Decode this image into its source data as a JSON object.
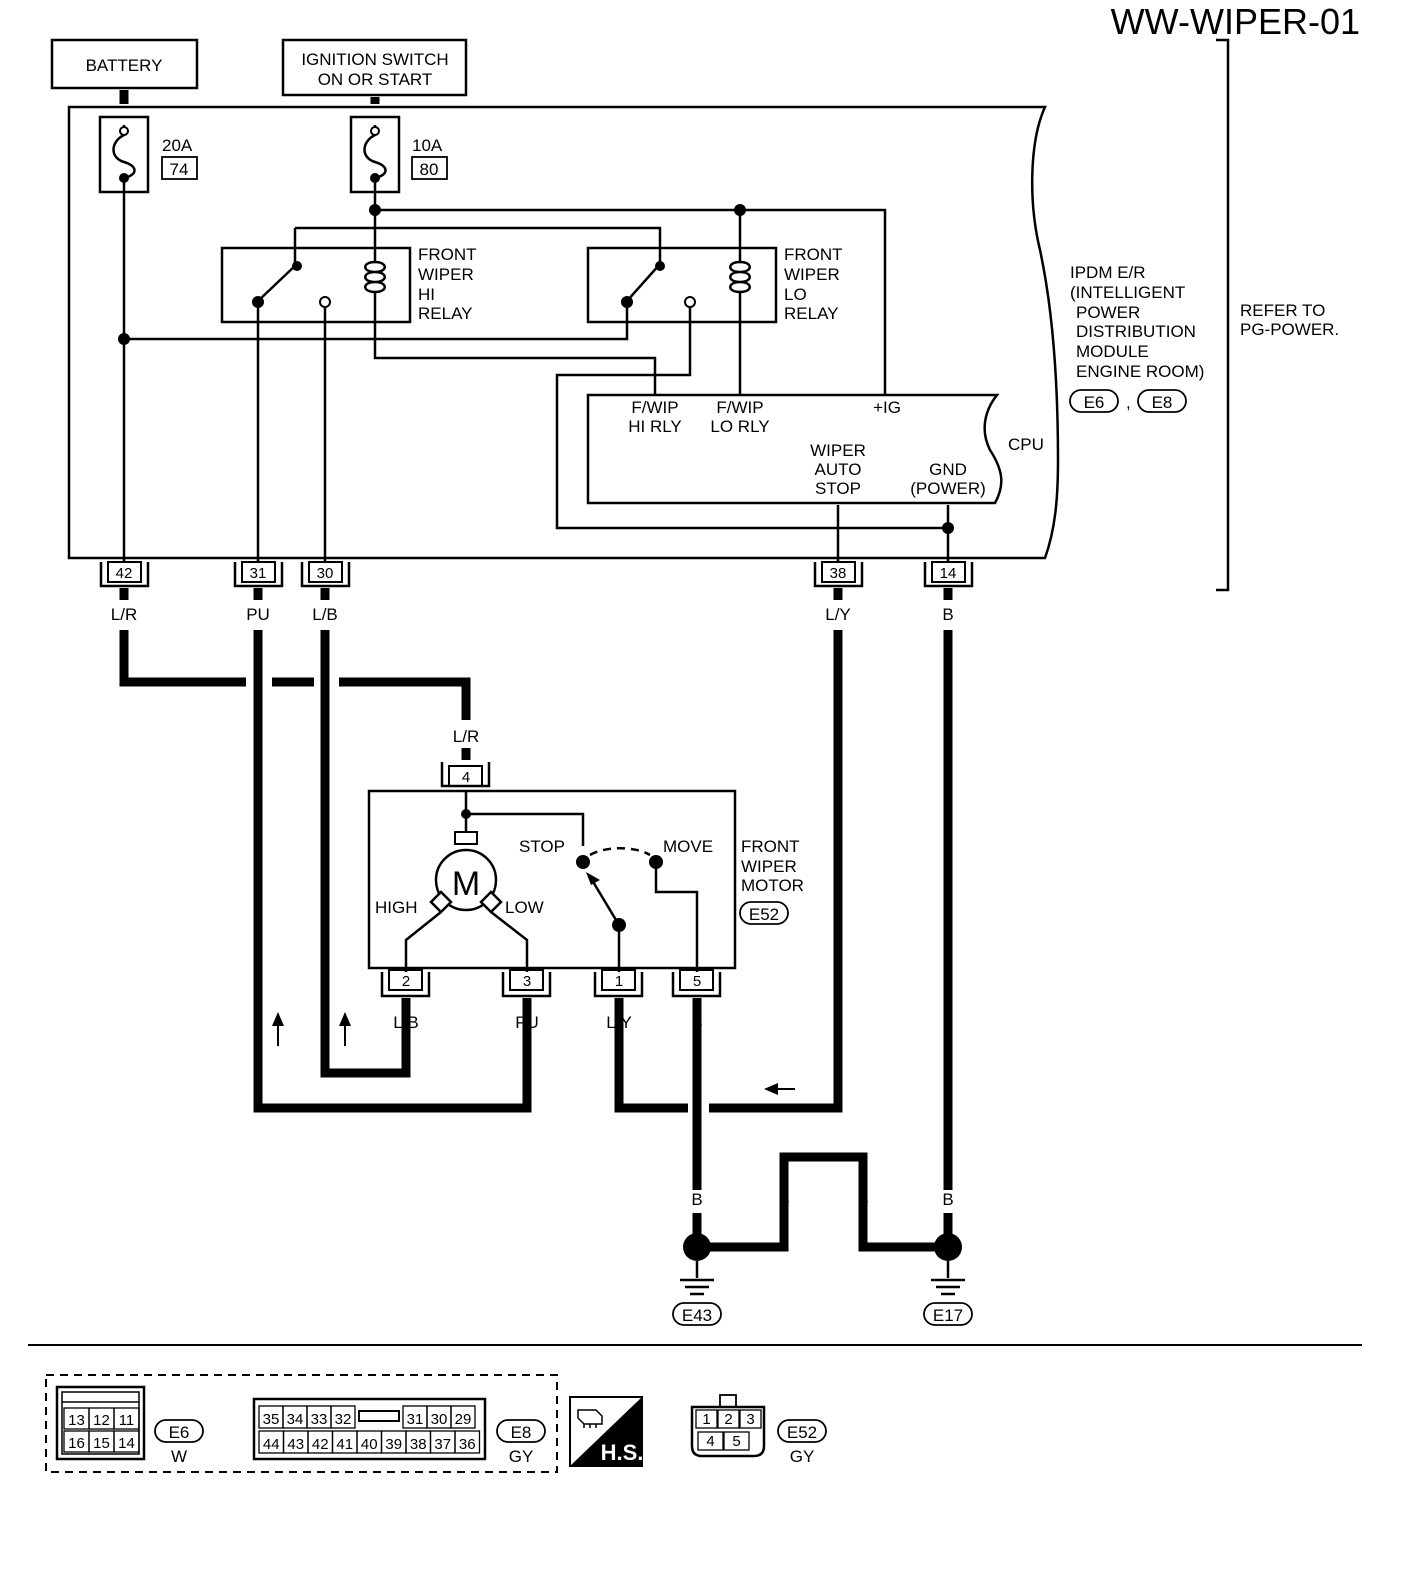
{
  "title": "WW-WIPER-01",
  "sources": {
    "battery": "BATTERY",
    "ignition_line1": "IGNITION SWITCH",
    "ignition_line2": "ON OR START"
  },
  "fuses": [
    {
      "amps": "20A",
      "number": "74"
    },
    {
      "amps": "10A",
      "number": "80"
    }
  ],
  "relays": {
    "hi": [
      "FRONT",
      "WIPER",
      "HI",
      "RELAY"
    ],
    "lo": [
      "FRONT",
      "WIPER",
      "LO",
      "RELAY"
    ]
  },
  "cpu": {
    "label": "CPU",
    "hi_rly": [
      "F/WIP",
      "HI RLY"
    ],
    "lo_rly": [
      "F/WIP",
      "LO RLY"
    ],
    "ig": "+IG",
    "auto_stop": [
      "WIPER",
      "AUTO",
      "STOP"
    ],
    "gnd": [
      "GND",
      "(POWER)"
    ]
  },
  "ipdm": {
    "lines": [
      "IPDM E/R",
      "(INTELLIGENT",
      "POWER",
      "DISTRIBUTION",
      "MODULE",
      "ENGINE ROOM)"
    ],
    "conn_a": "E6",
    "sep": ",",
    "conn_b": "E8"
  },
  "refer": [
    "REFER TO",
    "PG-POWER."
  ],
  "ipdm_terminals": [
    {
      "pin": "42",
      "wire": "L/R"
    },
    {
      "pin": "31",
      "wire": "PU"
    },
    {
      "pin": "30",
      "wire": "L/B"
    },
    {
      "pin": "38",
      "wire": "L/Y"
    },
    {
      "pin": "14",
      "wire": "B"
    }
  ],
  "motor": {
    "top_pin": "4",
    "top_wire": "L/R",
    "symbol": "M",
    "high": "HIGH",
    "low": "LOW",
    "stop": "STOP",
    "move": "MOVE",
    "name": [
      "FRONT",
      "WIPER",
      "MOTOR"
    ],
    "connector": "E52",
    "pins": [
      {
        "pin": "2",
        "wire": "L/B"
      },
      {
        "pin": "3",
        "wire": "PU"
      },
      {
        "pin": "1",
        "wire": "L/Y"
      },
      {
        "pin": "5",
        "wire": "B"
      }
    ]
  },
  "grounds": {
    "wire": "B",
    "left": "E43",
    "right": "E17"
  },
  "connectors": {
    "e6": {
      "id": "E6",
      "color": "W",
      "row1": [
        "13",
        "12",
        "11"
      ],
      "row2": [
        "16",
        "15",
        "14"
      ]
    },
    "e8": {
      "id": "E8",
      "color": "GY",
      "row1": [
        "35",
        "34",
        "33",
        "32",
        "",
        "31",
        "30",
        "29"
      ],
      "row2": [
        "44",
        "43",
        "42",
        "41",
        "40",
        "39",
        "38",
        "37",
        "36"
      ]
    },
    "hs": "H.S.",
    "e52": {
      "id": "E52",
      "color": "GY",
      "row1": [
        "1",
        "2",
        "3"
      ],
      "row2": [
        "4",
        "5"
      ]
    }
  }
}
